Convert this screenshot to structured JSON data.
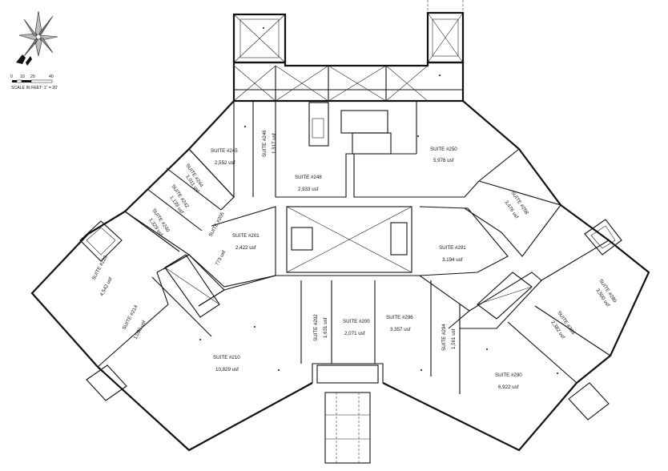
{
  "scale": {
    "ticks": [
      "0",
      "10",
      "20",
      "40"
    ],
    "caption": "SCALE IN FEET: 1\" = 20'"
  },
  "suites": [
    {
      "id": "245",
      "name": "SUITE #245",
      "area": "2,552 usf"
    },
    {
      "id": "246",
      "name": "SUITE #246",
      "area": "1,317 usf"
    },
    {
      "id": "248",
      "name": "SUITE #248",
      "area": "2,933 usf"
    },
    {
      "id": "250",
      "name": "SUITE #250",
      "area": "5,976 usf"
    },
    {
      "id": "244",
      "name": "SUITE #244",
      "area": "1,011 usf"
    },
    {
      "id": "242",
      "name": "SUITE #242",
      "area": "1,139 usf"
    },
    {
      "id": "240",
      "name": "SUITE #240",
      "area": "1,329 usf"
    },
    {
      "id": "258",
      "name": "SUITE #258",
      "area": "3,476 usf"
    },
    {
      "id": "201",
      "name": "SUITE #201",
      "area": "2,422 usf"
    },
    {
      "id": "205",
      "name": "SUITE #205",
      "area": "773 usf"
    },
    {
      "id": "291",
      "name": "SUITE #291",
      "area": "3,194 usf"
    },
    {
      "id": "218",
      "name": "SUITE #218",
      "area": "4,542 usf"
    },
    {
      "id": "214",
      "name": "SUITE #214",
      "area": "1,090 usf"
    },
    {
      "id": "202",
      "name": "SUITE #202",
      "area": "1,631 usf"
    },
    {
      "id": "200",
      "name": "SUITE #200",
      "area": "2,071 usf"
    },
    {
      "id": "296",
      "name": "SUITE #296",
      "area": "3,357 usf"
    },
    {
      "id": "294",
      "name": "SUITE #294",
      "area": "1,561 usf"
    },
    {
      "id": "280",
      "name": "SUITE #280",
      "area": "3,500 usf"
    },
    {
      "id": "284",
      "name": "SUITE #284",
      "area": "2,382 usf"
    },
    {
      "id": "210",
      "name": "SUITE #210",
      "area": "10,829 usf"
    },
    {
      "id": "290",
      "name": "SUITE #290",
      "area": "6,922 usf"
    }
  ]
}
